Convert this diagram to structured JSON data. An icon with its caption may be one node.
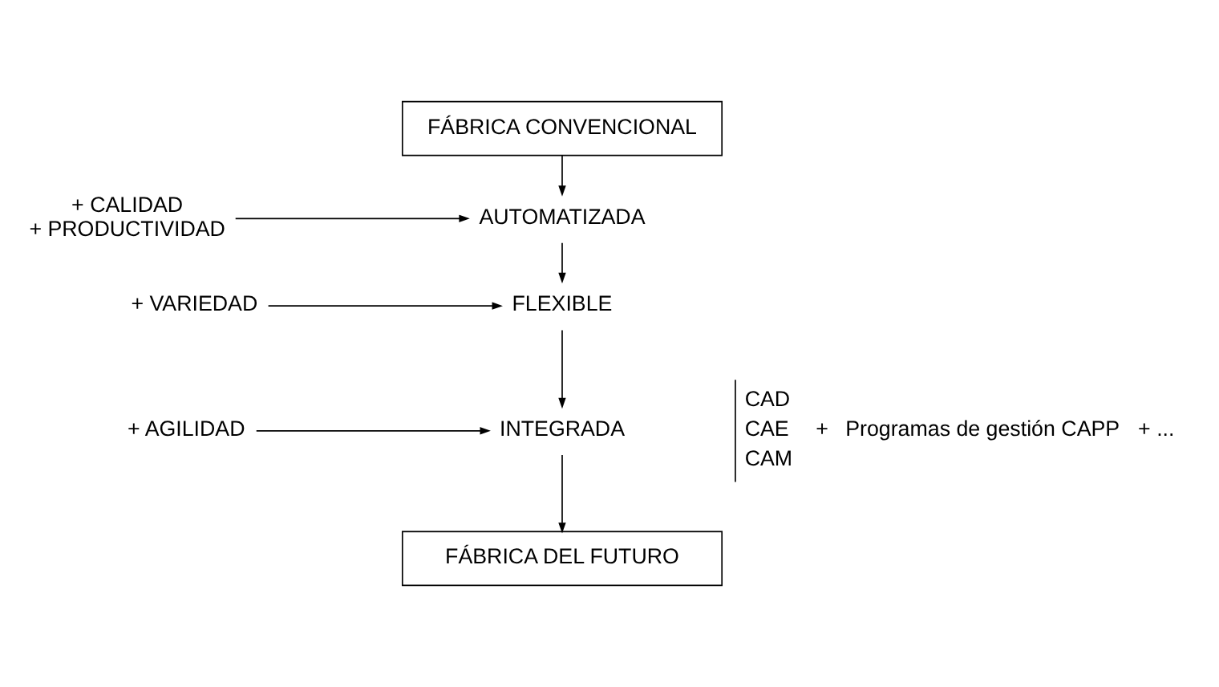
{
  "diagram": {
    "nodes": [
      {
        "text": [
          "FÁBRICA CONVENCIONAL"
        ]
      },
      {
        "text": [
          "AUTOMATIZADA"
        ]
      },
      {
        "text": [
          "FLEXIBLE"
        ]
      },
      {
        "text": [
          "INTEGRADA"
        ]
      },
      {
        "text": [
          "FÁBRICA DEL FUTURO"
        ]
      },
      {
        "text": [
          "+ CALIDAD",
          "+ PRODUCTIVIDAD"
        ]
      },
      {
        "text": [
          "+ VARIEDAD"
        ]
      },
      {
        "text": [
          "+ AGILIDAD"
        ]
      }
    ],
    "edges": [
      {
        "from": 0,
        "to": 1,
        "arrow": "to"
      },
      {
        "from": 5,
        "to": 1,
        "arrow": "to"
      },
      {
        "from": 1,
        "to": 2,
        "arrow": "to"
      },
      {
        "from": 6,
        "to": 2,
        "arrow": "to"
      },
      {
        "from": 2,
        "to": 3,
        "arrow": "to"
      },
      {
        "from": 7,
        "to": 3,
        "arrow": "to"
      },
      {
        "from": 3,
        "to": 4,
        "arrow": "to"
      }
    ],
    "labels": [
      "CAD",
      "CAE",
      "CAM",
      "+",
      "Programas de gestión CAPP",
      "+ ..."
    ]
  }
}
